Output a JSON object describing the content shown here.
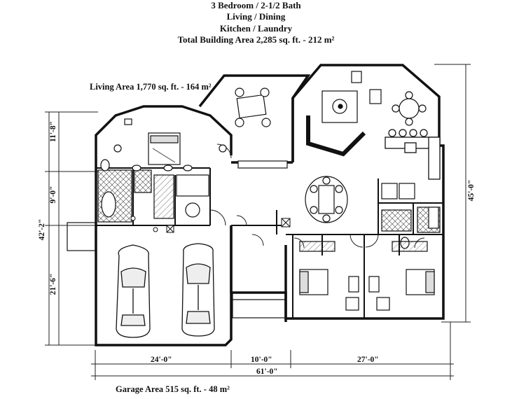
{
  "header": {
    "line1": "3 Bedroom / 2-1/2 Bath",
    "line2": "Living  / Dining",
    "line3": "Kitchen / Laundry",
    "line4": "Total Building Area 2,285 sq. ft. - 212 m²"
  },
  "living_area": "Living Area 1,770 sq. ft. - 164 m²",
  "garage_area": "Garage Area 515 sq. ft. - 48 m²",
  "dimensions": {
    "left_top": "11'-8\"",
    "left_mid": "9'-0\"",
    "left_bottom": "21'-6\"",
    "left_total": "42'-2\"",
    "right_total": "45'-0\"",
    "bottom_a": "24'-0\"",
    "bottom_b": "10'-0\"",
    "bottom_c": "27'-0\"",
    "bottom_total": "61'-0\""
  },
  "colors": {
    "ink": "#111111",
    "hatch": "#555555",
    "fill": "#eeeeee"
  }
}
